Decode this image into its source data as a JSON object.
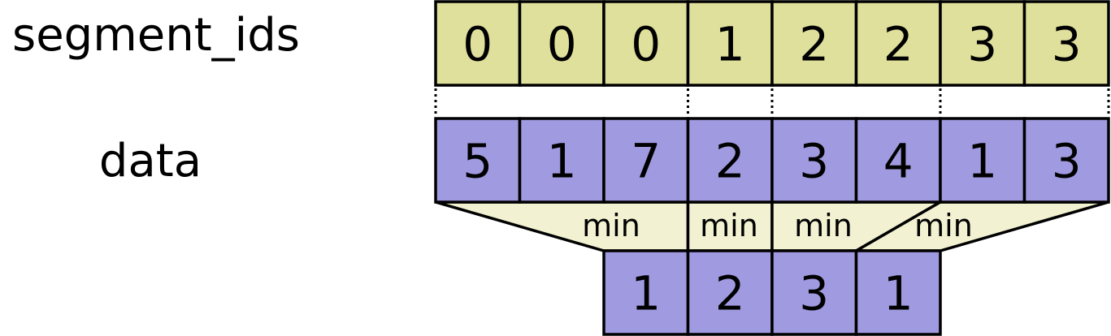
{
  "labels": {
    "segment_ids": "segment_ids",
    "data": "data"
  },
  "segment_ids": [
    "0",
    "0",
    "0",
    "1",
    "2",
    "2",
    "3",
    "3"
  ],
  "data": [
    "5",
    "1",
    "7",
    "2",
    "3",
    "4",
    "1",
    "3"
  ],
  "operation": [
    "min",
    "min",
    "min",
    "min"
  ],
  "result": [
    "1",
    "2",
    "3",
    "1"
  ],
  "colors": {
    "segment_fill": "#dfe09c",
    "data_fill": "#a09ae0",
    "funnel_fill": "#f2f2d2",
    "stroke": "#000000"
  }
}
